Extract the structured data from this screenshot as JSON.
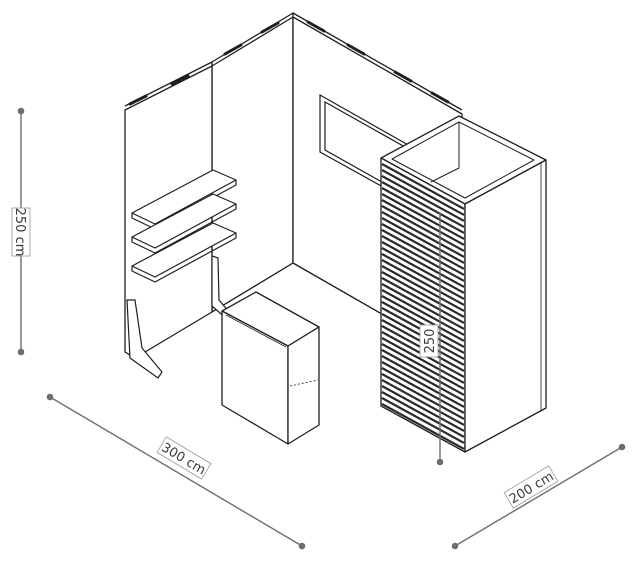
{
  "dimensions": {
    "height": {
      "label": "250 cm"
    },
    "width": {
      "label": "300 cm"
    },
    "depth": {
      "label": "200 cm"
    },
    "cabinet_height": {
      "label": "250"
    }
  },
  "colors": {
    "outline": "#1f1f1f",
    "dimension_line": "#6e6e6e",
    "wall_face": "#ffffff",
    "slat_dark": "#2a2a2a",
    "label_text": "#3a3a3a"
  },
  "components": [
    "booth-walls",
    "wall-shelves",
    "wall-panel-frame",
    "counter-desk",
    "storage-cabinet-with-slatted-front"
  ]
}
